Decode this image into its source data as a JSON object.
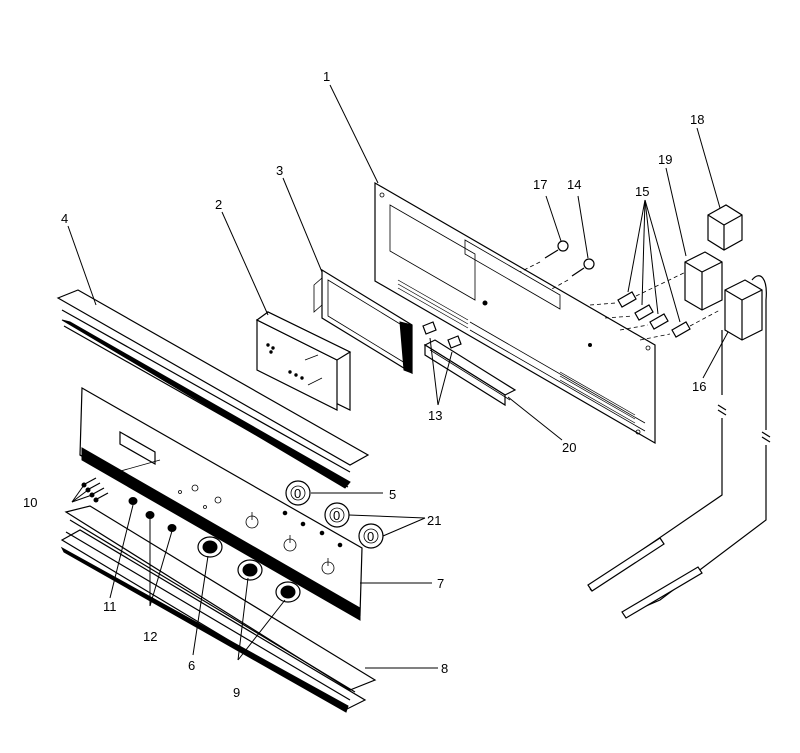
{
  "callouts": {
    "c1": "1",
    "c2": "2",
    "c3": "3",
    "c4": "4",
    "c5": "5",
    "c6": "6",
    "c7": "7",
    "c8": "8",
    "c9": "9",
    "c10": "10",
    "c11": "11",
    "c12": "12",
    "c13": "13",
    "c14": "14",
    "c15": "15",
    "c16": "16",
    "c17": "17",
    "c18": "18",
    "c19": "19",
    "c20": "20",
    "c21": "21"
  },
  "grommet_label": "0"
}
